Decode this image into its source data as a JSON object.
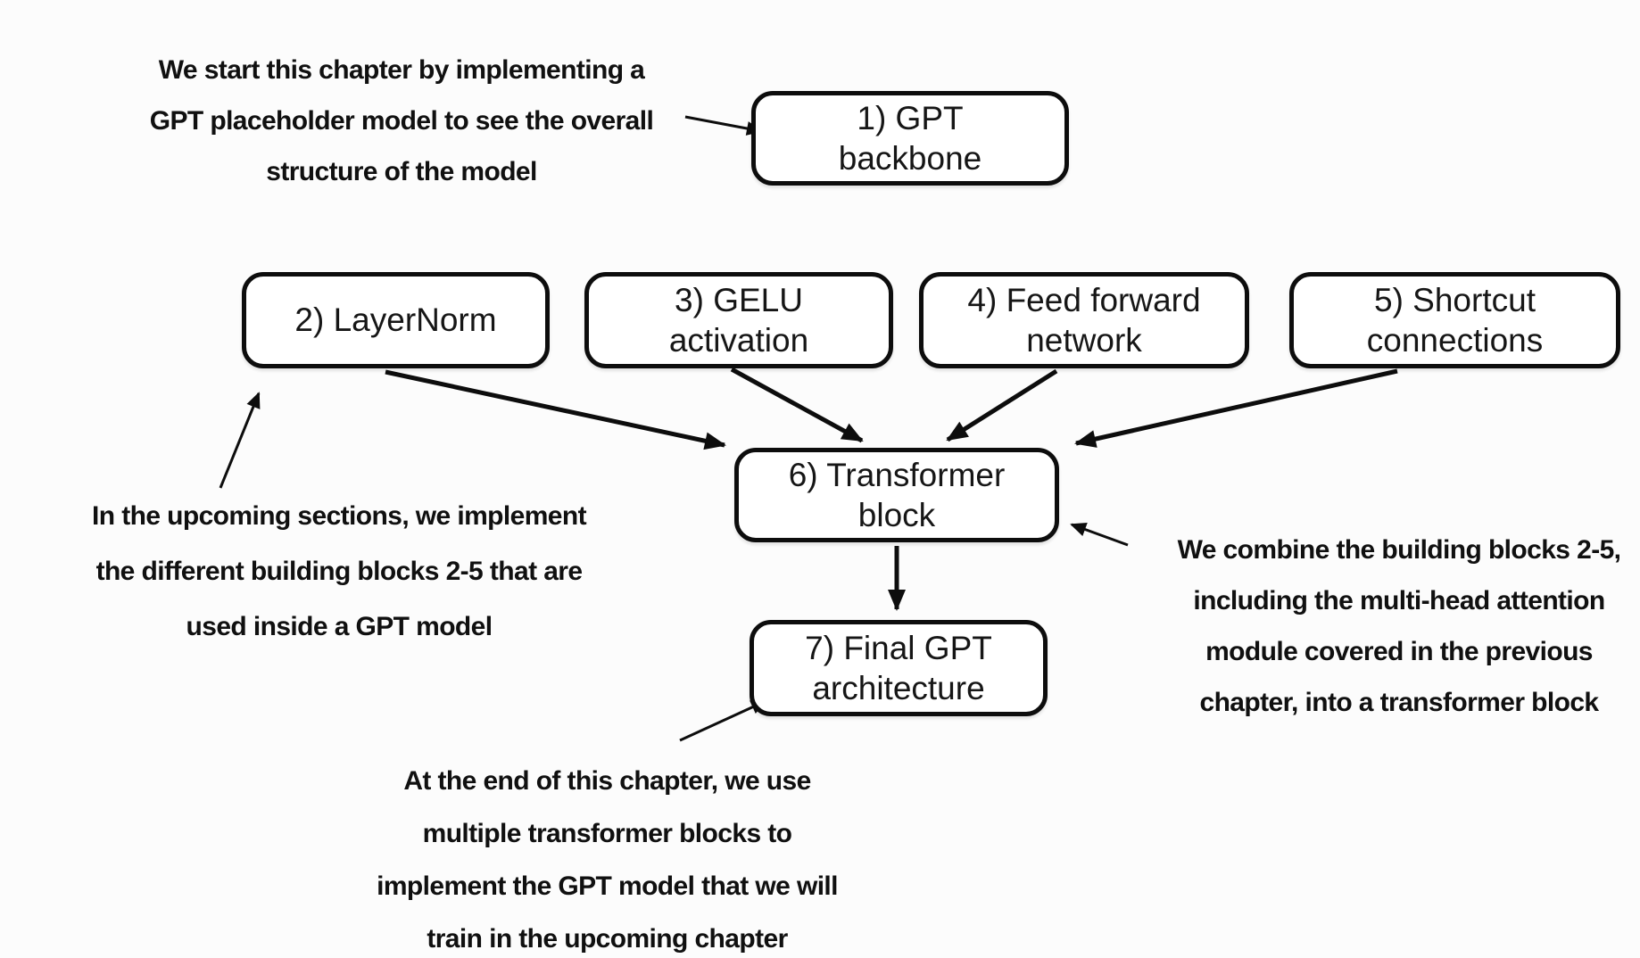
{
  "colors": {
    "ink": "#0d0d0d",
    "background": "#fcfcfc",
    "box_fill": "#ffffff"
  },
  "boxes": {
    "gpt_backbone": {
      "lines": [
        "1) GPT",
        "backbone"
      ]
    },
    "layernorm": {
      "lines": [
        "2) LayerNorm"
      ]
    },
    "gelu": {
      "lines": [
        "3) GELU",
        "activation"
      ]
    },
    "feed_forward": {
      "lines": [
        "4) Feed forward",
        "network"
      ]
    },
    "shortcut": {
      "lines": [
        "5) Shortcut",
        "connections"
      ]
    },
    "transformer_block": {
      "lines": [
        "6) Transformer",
        "block"
      ]
    },
    "final_gpt": {
      "lines": [
        "7) Final GPT",
        "architecture"
      ]
    }
  },
  "annotations": {
    "top_left": {
      "lines": [
        "We start this chapter by implementing a",
        "GPT placeholder model to see the overall",
        "structure of the model"
      ]
    },
    "mid_left": {
      "lines": [
        "In the upcoming sections, we implement",
        "the different building blocks 2-5 that are",
        "used inside a GPT model"
      ]
    },
    "right": {
      "lines": [
        "We combine the building blocks 2-5,",
        "including the multi-head attention",
        "module covered in the previous",
        "chapter, into a transformer block"
      ]
    },
    "bottom": {
      "lines": [
        "At the end of this chapter, we use",
        "multiple transformer blocks to",
        "implement the GPT model that we will",
        "train in the upcoming chapter"
      ]
    }
  },
  "edges": [
    {
      "from": "top-left note",
      "to": "1) GPT backbone"
    },
    {
      "from": "mid-left note",
      "to": "2) LayerNorm"
    },
    {
      "from": "2) LayerNorm",
      "to": "6) Transformer block"
    },
    {
      "from": "3) GELU activation",
      "to": "6) Transformer block"
    },
    {
      "from": "4) Feed forward network",
      "to": "6) Transformer block"
    },
    {
      "from": "5) Shortcut connections",
      "to": "6) Transformer block"
    },
    {
      "from": "6) Transformer block",
      "to": "7) Final GPT architecture"
    },
    {
      "from": "right note",
      "to": "6) Transformer block"
    },
    {
      "from": "bottom note",
      "to": "7) Final GPT architecture"
    }
  ]
}
